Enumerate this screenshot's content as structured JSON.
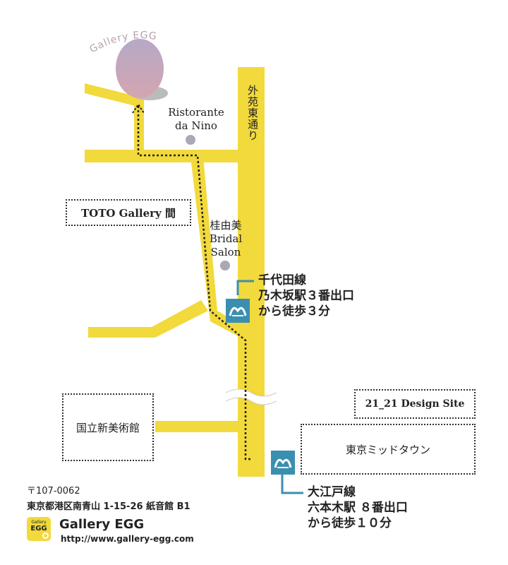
{
  "header": {
    "brand_curved": "Gallery EGG"
  },
  "streets": {
    "gaien": "外苑東通り"
  },
  "landmarks": {
    "ristorante": [
      "Ristorante",
      "da Nino"
    ],
    "bridal": [
      "桂由美",
      "Bridal",
      "Salon"
    ],
    "toto": "TOTO Gallery 間",
    "nact": "国立新美術館",
    "design_site": "21_21 Design Site",
    "midtown": "東京ミッドタウン"
  },
  "stations": {
    "nogizaka": [
      "千代田線",
      "乃木坂駅３番出口",
      "から徒歩３分"
    ],
    "roppongi": [
      "大江戸線",
      "六本木駅 ８番出口",
      "から徒歩１０分"
    ]
  },
  "footer": {
    "postal": "〒107-0062",
    "address": "東京都港区南青山 1-15-26 紙音館 B1",
    "logo_small_top": "Gallery",
    "logo_small_main": "EGG",
    "brand": "Gallery EGG",
    "url": "http://www.gallery-egg.com"
  },
  "colors": {
    "road": "#f2d93c",
    "metro": "#3a8fb0",
    "egg_top": "#b6a9c6",
    "egg_bottom": "#d4a5b0",
    "dot_marker": "#a9a9b5",
    "route": "#222222"
  },
  "icons": {
    "metro": "tokyo-metro-icon",
    "destination": "egg-icon"
  }
}
